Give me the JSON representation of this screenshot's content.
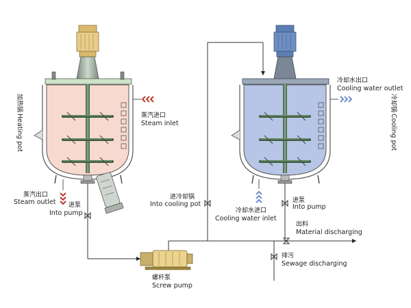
{
  "labels": {
    "heating_pot_cn": "加热锅",
    "heating_pot_en": "Heating pot",
    "cooling_pot_cn": "冷却锅",
    "cooling_pot_en": "Cooling pot",
    "steam_inlet_cn": "蒸汽进口",
    "steam_inlet_en": "Steam inlet",
    "steam_outlet_cn": "蒸汽出口",
    "steam_outlet_en": "Steam outlet",
    "into_pump_left_cn": "进泵",
    "into_pump_left_en": "Into pump",
    "into_cooling_pot_cn": "进冷却锅",
    "into_cooling_pot_en": "Into cooling pot",
    "cooling_water_outlet_cn": "冷却水出口",
    "cooling_water_outlet_en": "Cooling water outlet",
    "cooling_water_inlet_cn": "冷却水进口",
    "cooling_water_inlet_en": "Cooling water inlet",
    "into_pump_right_cn": "进泵",
    "into_pump_right_en": "Into pump",
    "material_discharging_cn": "出料",
    "material_discharging_en": "Material discharging",
    "sewage_discharging_cn": "排污",
    "sewage_discharging_en": "Sewage discharging",
    "screw_pump_cn": "螺杆泵",
    "screw_pump_en": "Screw pump"
  },
  "colors": {
    "heating_liquid": "#f8d9d0",
    "cooling_liquid": "#b7c5e6",
    "steam_arrow": "#c0392b",
    "water_arrow": "#6c8ec9",
    "motor_yellow": "#e8cc8a",
    "motor_blue": "#6e8fc2",
    "screw_pump": "#ead48e",
    "pipe": "#333333"
  }
}
